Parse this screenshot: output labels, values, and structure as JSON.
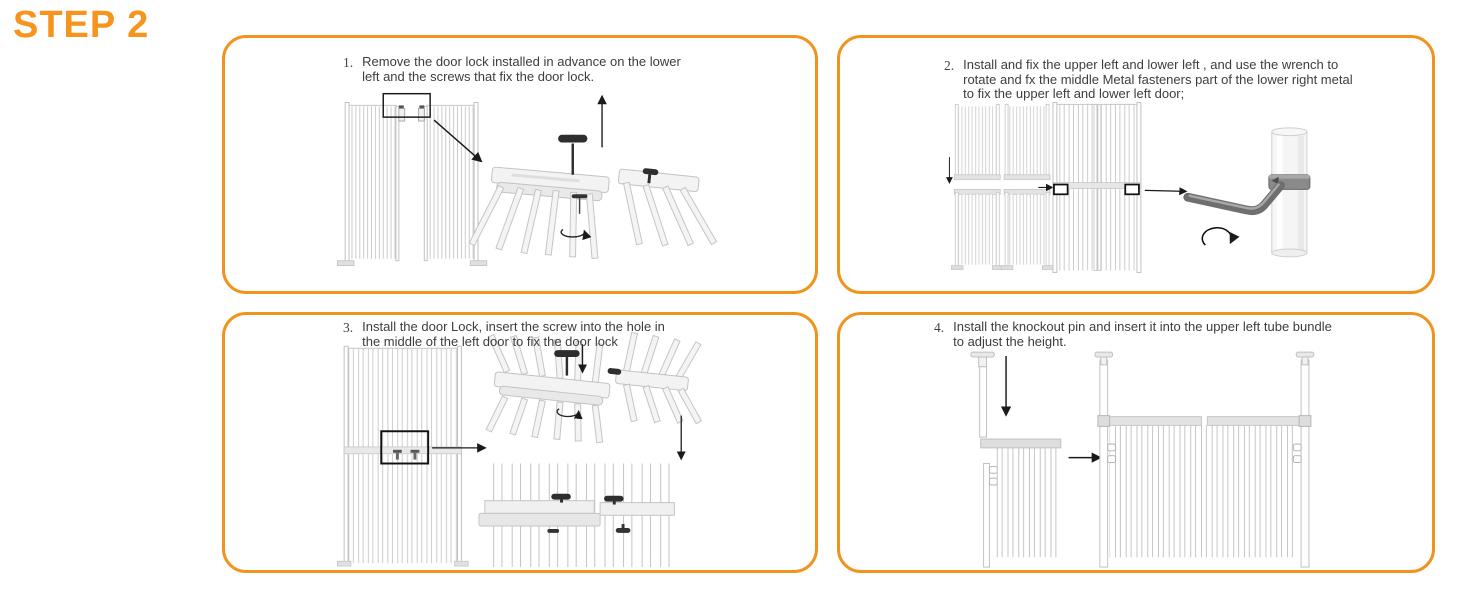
{
  "page": {
    "title": "STEP 2",
    "accent_color": "#F0941F"
  },
  "panels": [
    {
      "number": "1.",
      "lines": [
        "Remove the door lock installed in advance on the lower",
        "left and the screws that fix the door lock."
      ],
      "illustrations": [
        "gate-front-view-with-lock-callout",
        "door-lock-removal-detail"
      ]
    },
    {
      "number": "2.",
      "lines": [
        "Install and fix the upper left and lower left , and use the wrench to",
        "rotate and fx the middle Metal fasteners part of the lower right metal",
        "to fix the upper left and lower left door;"
      ],
      "illustrations": [
        "four-gate-sections",
        "assembled-gate-with-fastener-callouts",
        "wrench-rotating-fastener-on-pole"
      ]
    },
    {
      "number": "3.",
      "lines": [
        "Install the door Lock, insert the screw into the hole in",
        "the middle of the left door to fix the door lock"
      ],
      "illustrations": [
        "tall-gate-with-lock-callout",
        "lock-screw-angled-detail",
        "lock-screw-front-detail"
      ]
    },
    {
      "number": "4.",
      "lines": [
        "Install the knockout pin and insert it into the upper left tube bundle",
        "to adjust the height."
      ],
      "illustrations": [
        "knockout-pin",
        "gate-section-with-hook-pole",
        "assembled-gate-with-extended-tubes"
      ]
    }
  ]
}
